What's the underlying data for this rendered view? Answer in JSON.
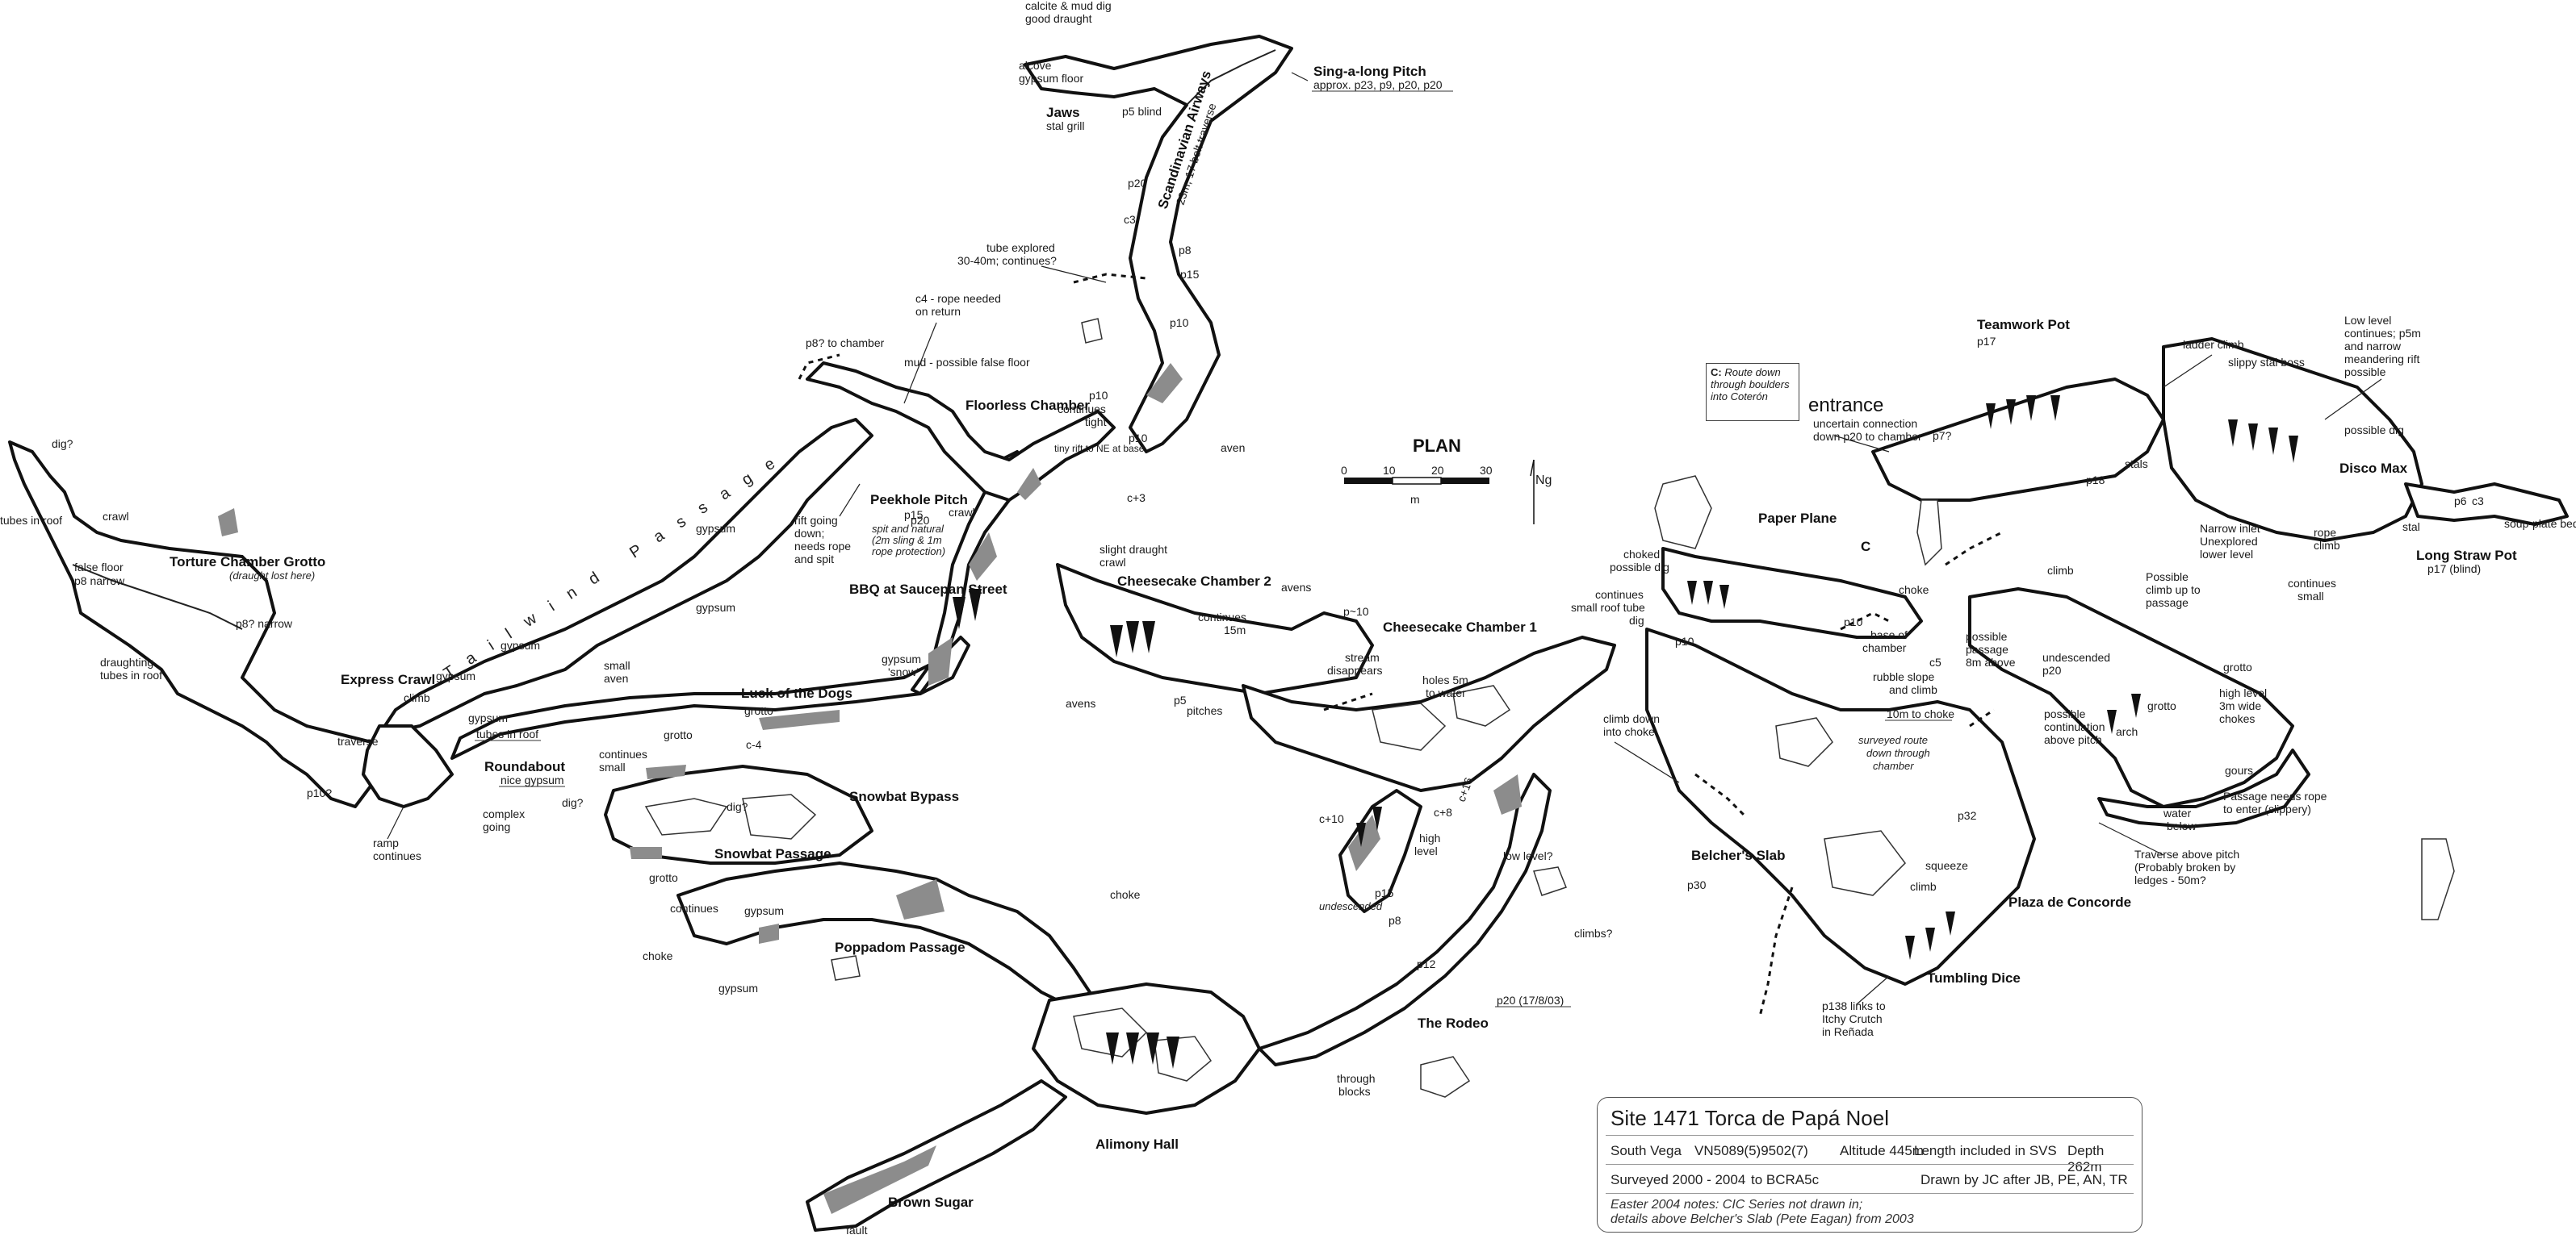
{
  "plan_label": "PLAN",
  "north_label": "Ng",
  "scale_bar": {
    "ticks": [
      "0",
      "10",
      "20",
      "30"
    ],
    "unit": "m"
  },
  "entrance_label": "entrance",
  "chamber_names": {
    "torture_chamber": "Torture Chamber Grotto",
    "express_crawl": "Express Crawl",
    "roundabout": "Roundabout",
    "tailwind": "Tailwind Passage",
    "luck_of_dogs": "Luck of the Dogs",
    "snowbat_passage": "Snowbat Passage",
    "snowbat_bypass": "Snowbat Bypass",
    "bbq": "BBQ at Saucepan Street",
    "peekhole": "Peekhole Pitch",
    "floorless": "Floorless Chamber",
    "jaws": "Jaws",
    "scandinavian": "Scandinavian Airways",
    "singalong": "Sing-a-long Pitch",
    "cheesecake2": "Cheesecake Chamber 2",
    "cheesecake1": "Cheesecake Chamber 1",
    "poppadom": "Poppadom Passage",
    "alimony": "Alimony Hall",
    "brown_sugar": "Brown Sugar",
    "rodeo": "The Rodeo",
    "paper_plane": "Paper Plane",
    "belchers": "Belcher's Slab",
    "plaza": "Plaza de Concorde",
    "tumbling": "Tumbling Dice",
    "teamwork": "Teamwork Pot",
    "disco": "Disco Max",
    "long_straw": "Long Straw Pot"
  },
  "notes": {
    "dig_top_left": "dig?",
    "tubes_in_roof_left": "tubes in roof",
    "crawl_left": "crawl",
    "false_floor": "false floor",
    "p8_narrow": "p8 narrow",
    "draught_lost": "(draught lost here)",
    "p8_narrow_q": "p8? narrow",
    "draughting_tubes1": "draughting",
    "draughting_tubes2": "tubes in roof",
    "climb_express": "climb",
    "traverse": "traverse",
    "p10q": "p10?",
    "ramp1": "ramp",
    "ramp2": "continues",
    "complex1": "complex",
    "complex2": "going",
    "nice_gypsum": "nice gypsum",
    "tubes_in_roof_mid": "tubes in roof",
    "gypsum_a": "gypsum",
    "gypsum_b": "gypsum",
    "gypsum_c": "gypsum",
    "gypsum_d": "gypsum",
    "small_aven1": "small",
    "small_aven2": "aven",
    "gypsum_tw": "gypsum",
    "rift1": "rift going",
    "rift2": "down;",
    "rift3": "needs rope",
    "rift4": "and spit",
    "p15": "p15",
    "spit_note1": "spit and natural",
    "spit_note2": "(2m sling & 1m",
    "spit_note3": "rope protection)",
    "p8_chamber": "p8? to chamber",
    "mud_false": "mud - possible false floor",
    "c4_rope1": "c4 - rope needed",
    "c4_rope2": "on return",
    "tube_explored1": "tube explored",
    "tube_explored2": "30-40m; continues?",
    "c3": "c3",
    "p20_sa": "p20",
    "p8_sa": "p8",
    "p15_sa": "p15",
    "p10_sa": "p10",
    "calcite1": "calcite & mud dig",
    "calcite2": "good draught",
    "alcove1": "alcove",
    "alcove2": "gypsum floor",
    "p5_blind": "p5 blind",
    "stal_grill": "stal grill",
    "scandi_sub": "23m, 17 bolt traverse",
    "singalong_sub": "approx. p23, p9, p20, p20",
    "p10_cont": "p10",
    "continues_tight1": "continues",
    "continues_tight2": "tight",
    "tiny_rift": "tiny rift to NE at base",
    "p10_tiny": "p10",
    "aven": "aven",
    "c3q": "c+3",
    "crawl_bbq": "crawl",
    "p20_bbq": "p20",
    "gypsum_snow1": "gypsum",
    "gypsum_snow2": "'snow'",
    "grotto_lotd": "grotto",
    "c4": "c-4",
    "continues_small1": "continues",
    "continues_small2": "small",
    "dig_sb": "dig?",
    "dig_sb2": "dig?",
    "grotto_sp": "grotto",
    "continues_pp": "continues",
    "gypsum_pp": "gypsum",
    "choke_pp": "choke",
    "gypsum_pp2": "gypsum",
    "choke_alimony": "choke",
    "slight_draught1": "slight draught",
    "slight_draught2": "crawl",
    "continues_15m1": "continues",
    "continues_15m2": "15m",
    "avens": "avens",
    "p10_cc": "p~10",
    "stream1": "stream",
    "stream2": "disappears",
    "avens_cc": "avens",
    "p5_pitches": "p5",
    "pitches": "pitches",
    "holes1": "holes 5m",
    "holes2": "to water",
    "climb_down1": "climb down",
    "climb_down2": "into choke",
    "c10": "c+10",
    "c8": "c+8",
    "c16": "c+16",
    "high_level1": "high",
    "high_level2": "level",
    "low_level": "low level?",
    "p15_rodeo": "p15",
    "undescended": "undescended",
    "p8_rodeo": "p8",
    "climbs": "climbs?",
    "p12": "p12",
    "p20_date": "p20 (17/8/03)",
    "through1": "through",
    "through2": "blocks",
    "fault": "fault",
    "choked1": "choked",
    "choked2": "possible dig",
    "continues_rt1": "continues",
    "continues_rt2": "small roof tube",
    "continues_rt3": "dig",
    "p10_pp": "p10",
    "p10_pp2": "p10",
    "c_label": "C",
    "choke_pp3": "choke",
    "base_chamber1": "base of",
    "base_chamber2": "chamber",
    "uncertain1": "uncertain connection",
    "uncertain2": "down p20 to chamber",
    "p7q": "p7?",
    "p17_tw": "p17",
    "ladder": "ladder climb",
    "slippy": "slippy stal boss",
    "low_level_cont1": "Low level",
    "low_level_cont2": "continues; p5m",
    "low_level_cont3": "and narrow",
    "low_level_cont4": "meandering rift",
    "low_level_cont5": "possible",
    "possible_dig": "possible dig",
    "p18": "p18",
    "stals": "stals",
    "stal": "stal",
    "p6": "p6",
    "c3_dm": "c3",
    "soup_plate": "soup-plate bed",
    "narrow_inlet1": "Narrow inlet",
    "narrow_inlet2": "Unexplored",
    "narrow_inlet3": "lower level",
    "rope_climb1": "rope",
    "rope_climb2": "climb",
    "p17_blind": "p17 (blind)",
    "climb_dm": "climb",
    "possible_climb1": "Possible",
    "possible_climb2": "climb up to",
    "possible_climb3": "passage",
    "continues_dm1": "continues",
    "continues_dm2": "small",
    "possible_passage1": "possible",
    "possible_passage2": "passage",
    "possible_passage3": "8m above",
    "undescended_p20a": "undescended",
    "undescended_p20b": "p20",
    "rubble1": "rubble slope",
    "rubble2": "and climb",
    "c5": "c5",
    "ten_choke": "10m to choke",
    "possible_cont1": "possible",
    "possible_cont2": "continuation",
    "possible_cont3": "above pitch",
    "grotto_dm": "grotto",
    "high_3m1": "high level",
    "high_3m2": "3m wide",
    "high_3m3": "chokes",
    "grotto_dm2": "grotto",
    "arch": "arch",
    "surveyed1": "surveyed route",
    "surveyed2": "down through",
    "surveyed3": "chamber",
    "gours": "gours",
    "needs_rope1": "Passage needs rope",
    "needs_rope2": "to enter (slippery)",
    "water1": "water",
    "water2": "below",
    "traverse_pitch1": "Traverse above pitch",
    "traverse_pitch2": "(Probably broken by",
    "traverse_pitch3": "ledges - 50m?",
    "p32": "p32",
    "squeeze": "squeeze",
    "climb_plaza": "climb",
    "p30": "p30",
    "p138_1": "p138 links to",
    "p138_2": "Itchy Crutch",
    "p138_3": "in Reñada"
  },
  "note_c": {
    "head": "C:",
    "text": "Route down through boulders into Coterón"
  },
  "title_block": {
    "title": "Site 1471 Torca de Papá Noel",
    "region": "South Vega",
    "grid": "VN5089(5)9502(7)",
    "altitude": "Altitude 445m",
    "length": "Length included in SVS",
    "depth": "Depth 262m",
    "surveyed": "Surveyed 2000 - 2004",
    "grade": "to BCRA5c",
    "drawn": "Drawn by JC after JB, PE, AN, TR",
    "note1": "Easter 2004 notes: CIC Series not drawn in;",
    "note2": "details above Belcher's Slab (Pete Eagan) from 2003"
  },
  "colors": {
    "ink": "#111111",
    "mud": "#8c8c8c",
    "paper": "#ffffff"
  }
}
